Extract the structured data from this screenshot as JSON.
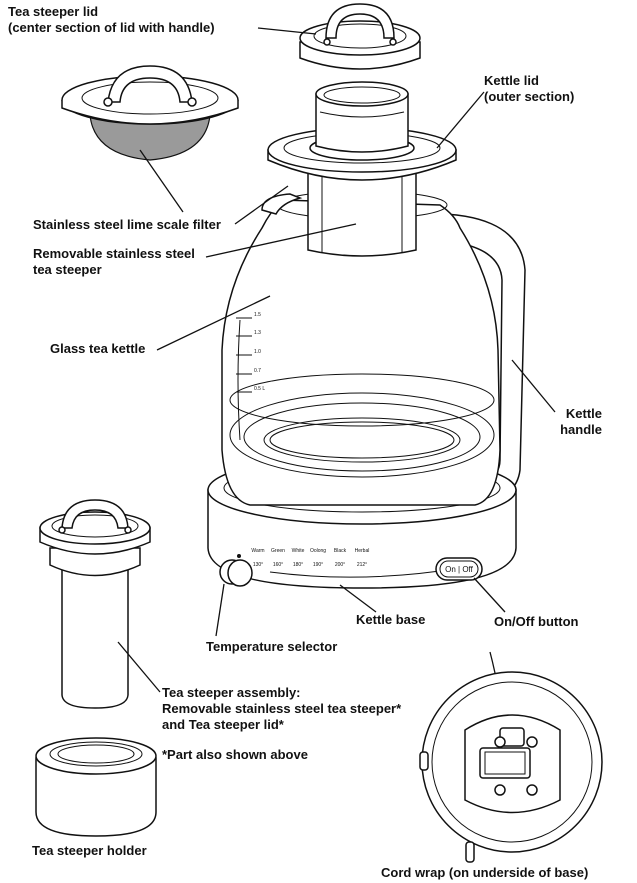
{
  "labels": {
    "steeper_lid": [
      "Tea steeper lid",
      "(center section of lid with handle)"
    ],
    "kettle_lid": [
      "Kettle lid",
      "(outer section)"
    ],
    "lime_filter": "Stainless steel lime scale filter",
    "removable_steeper": [
      "Removable stainless steel",
      "tea steeper"
    ],
    "glass_kettle": "Glass tea kettle",
    "kettle_handle": [
      "Kettle",
      "handle"
    ],
    "kettle_base": "Kettle base",
    "onoff_button": "On/Off button",
    "temp_selector": "Temperature selector",
    "assembly": [
      "Tea steeper assembly:",
      "Removable stainless steel tea steeper*",
      "and Tea steeper lid*"
    ],
    "part_note": "*Part also shown above",
    "holder": "Tea steeper holder",
    "cord_wrap": "Cord wrap (on underside of base)"
  },
  "base_panel": {
    "tea_types": [
      "Warm",
      "Green",
      "White",
      "Oolong",
      "Black",
      "Herbal"
    ],
    "temps": [
      "130°",
      "160°",
      "180°",
      "190°",
      "200°",
      "212°"
    ],
    "button_text": "On | Off"
  },
  "volume_marks": [
    "1.5",
    "1.3",
    "1.0",
    "0.7",
    "0.5 L"
  ]
}
